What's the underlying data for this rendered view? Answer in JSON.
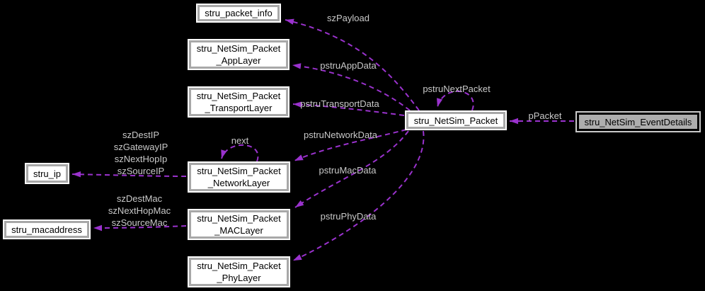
{
  "diagram_type": "collaboration-graph",
  "colors": {
    "background": "#000000",
    "arrow": "#9a32cd",
    "edge_label_text": "#c9c9c9",
    "node_fill": "#ffffff",
    "node_text": "#000000",
    "highlight_node_fill": "#aeaeae"
  },
  "nodes": {
    "packet_info": {
      "label": "stru_packet_info"
    },
    "app_layer": {
      "line1": "stru_NetSim_Packet",
      "line2": "_AppLayer"
    },
    "transport_layer": {
      "line1": "stru_NetSim_Packet",
      "line2": "_TransportLayer"
    },
    "network_layer": {
      "line1": "stru_NetSim_Packet",
      "line2": "_NetworkLayer"
    },
    "mac_layer": {
      "line1": "stru_NetSim_Packet",
      "line2": "_MACLayer"
    },
    "phy_layer": {
      "line1": "stru_NetSim_Packet",
      "line2": "_PhyLayer"
    },
    "ip": {
      "label": "stru_ip"
    },
    "macaddress": {
      "label": "stru_macaddress"
    },
    "netsim_packet": {
      "label": "stru_NetSim_Packet"
    },
    "event_details": {
      "label": "stru_NetSim_EventDetails"
    }
  },
  "labels": {
    "payload": "szPayload",
    "app_data": "pstruAppData",
    "transport_data": "pstruTransportData",
    "network_data": "pstruNetworkData",
    "mac_data": "pstruMacData",
    "phy_data": "pstruPhyData",
    "next_packet": "pstruNextPacket",
    "p_packet": "pPacket",
    "next": "next",
    "ip_fields": [
      "szDestIP",
      "szGatewayIP",
      "szNextHopIp",
      "szSourceIP"
    ],
    "mac_fields": [
      "szDestMac",
      "szNextHopMac",
      "szSourceMac"
    ]
  }
}
